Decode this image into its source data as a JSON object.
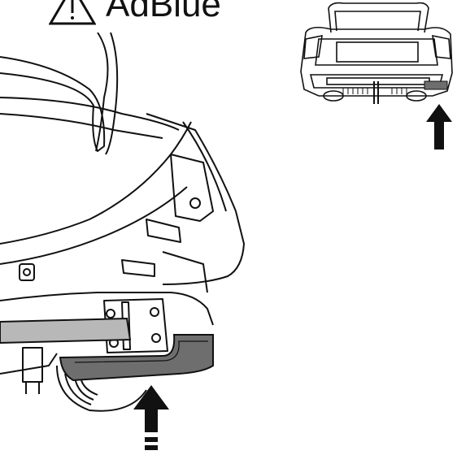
{
  "header": {
    "warning_icon": "warning-triangle-icon",
    "title": "AdBlue"
  },
  "figure": {
    "detail_view": "rear-bumper-left-corner-closeup",
    "overview_view": "rear-of-vehicle-trunk-open",
    "highlight_part": "rear-bumper-lower-trim-panel",
    "colors": {
      "line": "#111111",
      "highlight_fill": "#6e6e6e",
      "bar_fill": "#b8b8b8"
    }
  }
}
